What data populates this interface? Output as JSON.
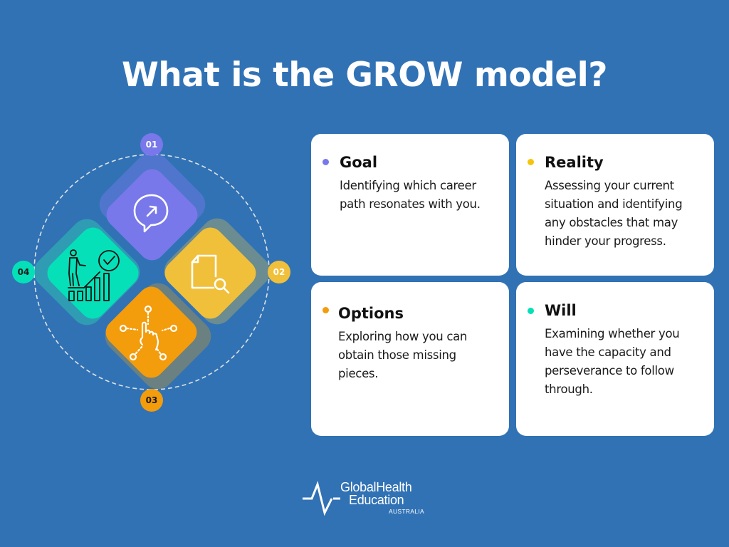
{
  "header": {
    "title": "What is the GROW model?"
  },
  "diagram": {
    "steps": [
      {
        "number": "01",
        "name": "Goal",
        "color": "#7878ea",
        "badge_text_color": "#ffffff",
        "icon": "speech-bubble-arrow-icon"
      },
      {
        "number": "02",
        "name": "Reality",
        "color": "#f0c03a",
        "badge_text_color": "#ffffff",
        "icon": "document-search-icon"
      },
      {
        "number": "03",
        "name": "Options",
        "color": "#f39c0c",
        "badge_text_color": "#1a1a1a",
        "icon": "hand-network-icon"
      },
      {
        "number": "04",
        "name": "Will",
        "color": "#05e0b8",
        "badge_text_color": "#1a1a1a",
        "icon": "person-climbing-chart-icon"
      }
    ]
  },
  "cards": [
    {
      "title": "Goal",
      "text": "Identifying which career path resonates with you.",
      "dot_color": "#7878ea"
    },
    {
      "title": "Reality",
      "text": "Assessing your current situation and identifying any obstacles that may hinder your progress.",
      "dot_color": "#f5c40c"
    },
    {
      "title": "Options",
      "text": "Exploring how you can obtain those missing pieces.",
      "dot_color": "#f39c0c"
    },
    {
      "title": "Will",
      "text": "Examining whether you have the capacity and perseverance to follow through.",
      "dot_color": "#05e0b8"
    }
  ],
  "footer": {
    "logo_line1": "GlobalHealth",
    "logo_line2": "Education",
    "logo_line3": "AUSTRALIA"
  },
  "colors": {
    "background": "#3172b5",
    "card_background": "#ffffff"
  }
}
